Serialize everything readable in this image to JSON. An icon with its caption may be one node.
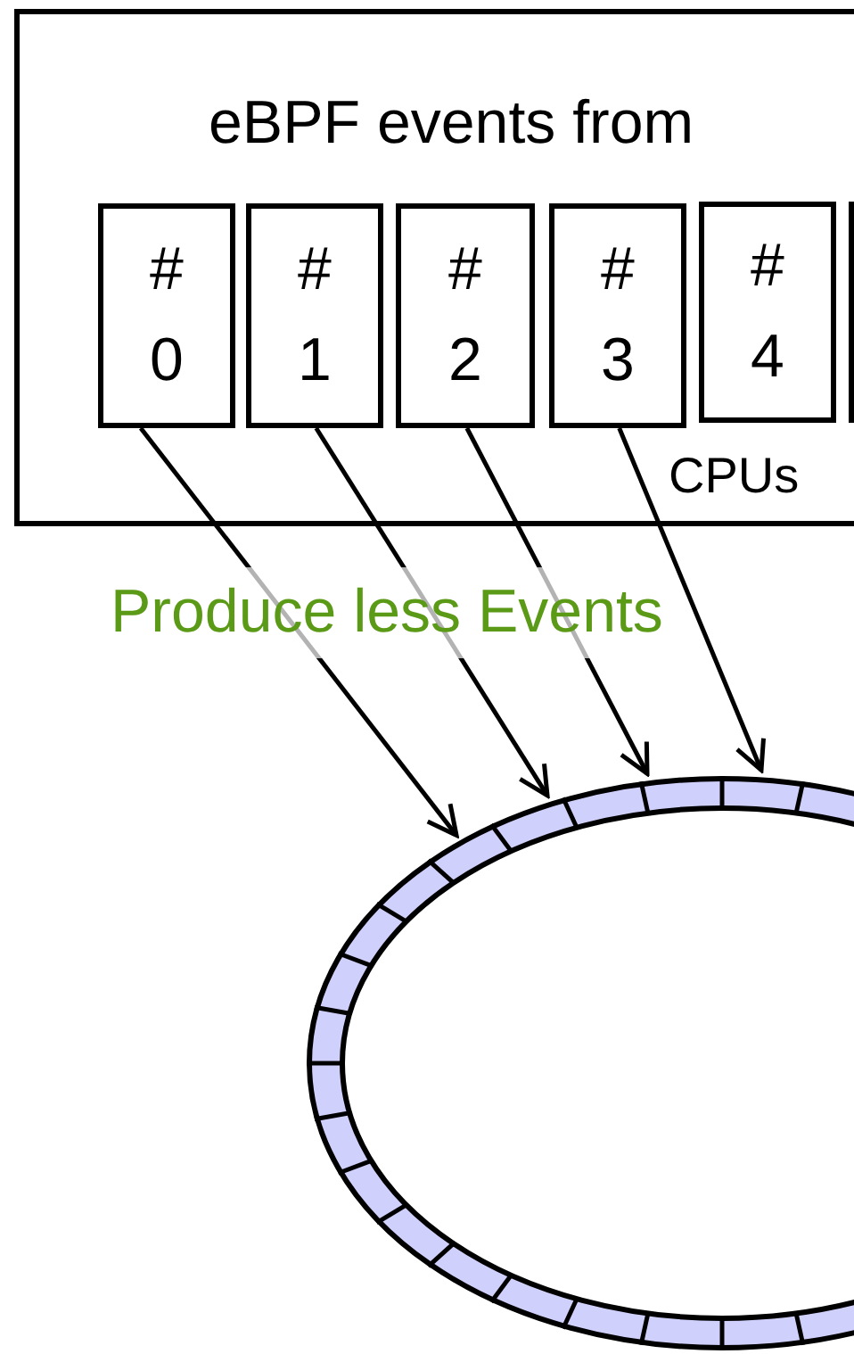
{
  "diagram": {
    "nodes": [
      {
        "text": [
          "eBPF events from",
          "CPUs"
        ]
      },
      {
        "text": [
          "# 0"
        ],
        "in": 0
      },
      {
        "text": [
          "# 1"
        ],
        "in": 0
      },
      {
        "text": [
          "# 2"
        ],
        "in": 0
      },
      {
        "text": [
          "# 3"
        ],
        "in": 0
      },
      {
        "text": [
          "# 4"
        ],
        "in": 0
      },
      {
        "text": [],
        "shape": "box",
        "in": 0
      },
      {
        "text": [],
        "shape": "ring"
      }
    ],
    "edges": [
      {
        "from": 1,
        "to": 7,
        "arrow": "to"
      },
      {
        "from": 2,
        "to": 7,
        "arrow": "to"
      },
      {
        "from": 3,
        "to": 7,
        "arrow": "to"
      },
      {
        "from": 4,
        "to": 7,
        "arrow": "to"
      }
    ],
    "labels": [
      "Produce less Events"
    ]
  }
}
